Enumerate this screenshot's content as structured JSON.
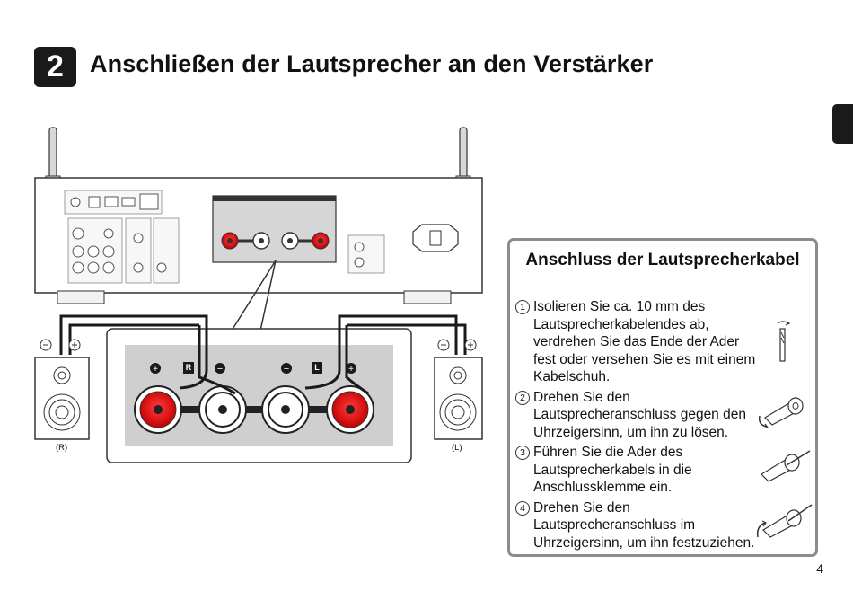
{
  "header": {
    "step_number": "2",
    "title": "Anschließen der Lautsprecher an den Verstärker"
  },
  "diagram": {
    "speaker_left_label": "(R)",
    "speaker_right_label": "(L)",
    "terminal_right_label": "R",
    "terminal_left_label": "L"
  },
  "instructions": {
    "title": "Anschluss der Lautsprecherkabel",
    "steps": [
      {
        "num": "1",
        "text": "Isolieren Sie ca. 10 mm des Lautsprecherkabelendes ab, verdrehen Sie das Ende der Ader fest oder versehen Sie es mit einem Kabelschuh."
      },
      {
        "num": "2",
        "text": "Drehen Sie den Lautsprecheranschluss gegen den Uhrzeigersinn, um ihn zu lösen."
      },
      {
        "num": "3",
        "text": "Führen Sie die Ader des Lautsprecherkabels in die Anschlussklemme ein."
      },
      {
        "num": "4",
        "text": "Drehen Sie den Lautsprecheranschluss im Uhrzeigersinn, um ihn festzuziehen."
      }
    ]
  },
  "page_number": "4"
}
